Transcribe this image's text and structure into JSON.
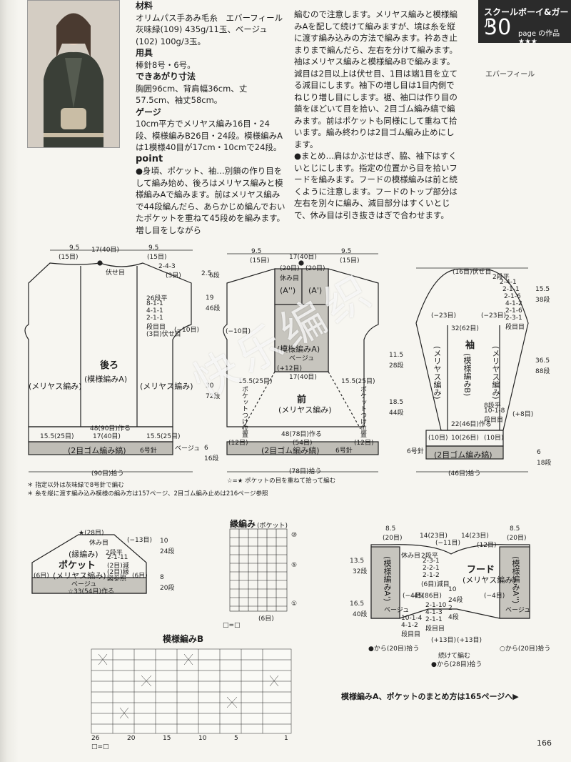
{
  "header": {
    "section_title": "スクールボーイ&ガール",
    "page_number": "30",
    "page_suffix": "page の作品 ★★★",
    "design_name": "エバーフィール"
  },
  "materials": {
    "heading": "材料",
    "body": "オリムパス手あみ毛糸　エバーフィール 灰味緑(109) 435g/11玉、ベージュ(102) 100g/3玉。",
    "tools_heading": "用具",
    "tools_body": "棒針8号・6号。",
    "size_heading": "できあがり寸法",
    "size_body": "胸囲96cm、背肩幅36cm、丈57.5cm、袖丈58cm。",
    "gauge_heading": "ゲージ",
    "gauge_body": "10cm平方でメリヤス編み16目・24段、模様編みB26目・24段。模様編みAは1模様40目が17cm・10cmで24段。"
  },
  "point": {
    "heading": "point",
    "para1": "●身頃、ポケット、袖…別鎖の作り目をして編み始め、後ろはメリヤス編みと模様編みAで編みます。前はメリヤス編みで44段編んだら、あらかじめ編んでおいたポケットを重ねて45段めを編みます。増し目をしながら編むので注意します。メリヤス編みと模様編みAを配して続けて編みますが、境は糸を縦に渡す編み込みの方法で編みます。衿あき止まりまで編んだら、左右を分けて編みます。袖はメリヤス編みと模様編みBで編みます。減目は2目以上は伏せ目、1目は端1目を立てる減目にします。袖下の増し目は1目内側でねじり増し目にします。裾、袖口は作り目の鎖をほどいて目を拾い、2目ゴム編み縞で編みます。前はポケットも同様にして重ねて拾います。編み終わりは2目ゴム編み止めにします。",
    "para2": "●まとめ…肩はかぶせはぎ、脇、袖下はすくいとじにします。指定の位置から目を拾いフードを編みます。フードの模様編みは前と続くように注意します。フードのトップ部分は左右を別々に編み、減目部分はすくいとじで、休み目は引き抜きはぎで合わせます。"
  },
  "back": {
    "title": "後ろ",
    "pattern_a": "(模様編みA)",
    "stockinette": "(メリヤス編み)",
    "top": "17(40目)",
    "shoulder_l": "9.5",
    "shoulder_l2": "(15目)",
    "shoulder_r": "9.5",
    "shoulder_r2": "(15目)",
    "bind": "伏せ目",
    "dec_top": "2-4-3",
    "dec_top2": "(3目)",
    "armhole_dec": "26段平",
    "armhole_dec2": "8-1-1",
    "armhole_dec3": "4-1-1",
    "armhole_dec4": "2-1-1",
    "armhole_dec5": "段目目",
    "armhole_dec6": "(3目)伏せ目",
    "armhole_minus": "(−10目)",
    "cast_on": "48(90目)作る",
    "hem_l": "15.5(25目)",
    "hem_c": "17(40目)",
    "hem_r": "15.5(25目)",
    "rib": "(2目ゴム編み縞)",
    "needle": "6号針",
    "beige": "ベージュ",
    "pickup": "(90目)拾う",
    "h1": "2.5",
    "h1b": "6段",
    "h2": "19",
    "h2b": "46段",
    "h3": "30",
    "h3b": "72段",
    "h4": "6",
    "h4b": "16段"
  },
  "front": {
    "title": "前",
    "stock": "(メリヤス編み)",
    "pattern_a": "(模様編みA)",
    "beige": "ベージュ",
    "rest": "休み目",
    "a2": "(A'')",
    "a1": "(A')",
    "top": "17(40目)",
    "top_20l": "(20目)",
    "top_20r": "(20目)",
    "plus12": "(+12目)",
    "w_center": "17(40目)",
    "w_l": "15.5(25目)",
    "w_r": "15.5(25目)",
    "cast_on": "48(78目)作る",
    "pocket_l": "ポケットつけ位置",
    "pocket_r": "ポケットつけ位置",
    "rib": "(2目ゴム編み縞)",
    "needle": "6号針",
    "minus10": "(−10目)",
    "pickup": "(78目)拾う",
    "h1": "11.5",
    "h1b": "28段",
    "h2": "18.5",
    "h2b": "44段",
    "b_12l": "(12目)",
    "b_12r": "(12目)",
    "b_54": "(54目)",
    "sl": "9.5",
    "sl2": "(15目)",
    "sr": "9.5",
    "sr2": "(15目)"
  },
  "sleeve": {
    "title": "袖",
    "pattern_b": "(模様編みB)",
    "stock_l": "(メリヤス編み)",
    "stock_r": "(メリヤス編み)",
    "top": "(16目)伏せ目",
    "dec": "2段平",
    "dec2": "2-4-1",
    "dec3": "2-1-1",
    "dec4": "2-1-6",
    "dec5": "4-1-2",
    "dec6": "2-1-6",
    "dec7": "2-3-1",
    "dec8": "段目目",
    "minus23": "(−23目)",
    "minus23r": "(−23目)",
    "w": "32(62目)",
    "w2": "22(46目)作る",
    "cuff_c": "10(26目)",
    "cuff_l": "(10目)",
    "cuff_r": "(10目)",
    "inc": "8段平",
    "inc2": "10-1-8",
    "inc3": "段目目",
    "plus8": "(+8目)",
    "rib": "(2目ゴム編み縞)",
    "needle": "6号針",
    "pickup": "(46目)拾う",
    "h1": "15.5",
    "h1b": "38段",
    "h2": "36.5",
    "h2b": "88段",
    "h3": "6",
    "h3b": "18段"
  },
  "pocket": {
    "title": "ポケット",
    "sub1": "(縁編み)",
    "sub2": "(メリヤス編み)",
    "beige": "ベージュ",
    "top": "★(28目)",
    "rest": "休み目",
    "minus13": "(−13目)",
    "dec": "2段平",
    "dec2": "2-1-11",
    "dec3": "(2目)減",
    "dec4": "(2目)縁",
    "dec5": "図参照",
    "side_l": "(6目)",
    "side_r": "(6目)",
    "bottom": "☆33(54目)作る",
    "h1": "10",
    "h1b": "24段",
    "h2": "8",
    "h2b": "20段"
  },
  "edge": {
    "title": "縁編み",
    "title2": "(ポケット)",
    "r10": "⑩",
    "r5": "⑤",
    "r1": "①",
    "w": "(6目)",
    "legend": "□=□"
  },
  "hood": {
    "title": "フード",
    "stock": "(メリヤス編み)",
    "pattern_a1": "(模様編みA')",
    "pattern_a2": "(模様編みA'')",
    "beige_l": "ベージュ",
    "beige_r": "ベージュ",
    "rest": "休み目",
    "top_l": "8.5",
    "top_l2": "(20目)",
    "top_c1": "14(23目)",
    "top_c2": "14(23目)",
    "top_r": "8.5",
    "top_r2": "(20目)",
    "minus11": "(−11目)",
    "plus12": "(12目)",
    "dec": "2段平",
    "dec2": "2-3-1",
    "dec3": "2-2-1",
    "dec4": "2-1-2",
    "dec5": "(6目)減目",
    "w": "45(86目)",
    "h_c1": "10",
    "h_c1b": "24段",
    "h_c2": "2",
    "h_c2b": "4段",
    "minus4l": "(−4目)",
    "minus4r": "(−4目)",
    "inc": "2-1-10",
    "inc2": "4-1-3",
    "inc3": "2-1-1",
    "inc4": "段目目",
    "inc5": "10-1-4",
    "inc6": "4-1-2",
    "inc7": "段目目",
    "plus13l": "(+13目)",
    "plus13r": "(+13目)",
    "cont": "続けて編む",
    "pick_l": "●から(20目)拾う",
    "pick_c": "●から(28目)拾う",
    "pick_r": "○から(20目)拾う",
    "h1": "13.5",
    "h1b": "32段",
    "h2": "16.5",
    "h2b": "40段"
  },
  "pattern_b_chart": {
    "title": "模様編みB",
    "legend": "□=□",
    "col_labels": [
      "26",
      "20",
      "15",
      "10",
      "5",
      "1"
    ]
  },
  "notes": {
    "n1": "＊ 指定以外は灰味緑で8号針で編む",
    "n2": "＊ 糸を縦に渡す編み込み模様の編み方は157ページ、2目ゴム編み止めは216ページ参照",
    "front_note": "☆=★ ポケットの目を重ねて拾って編む",
    "ref": "模様編みA、ポケットのまとめ方は165ページへ▶",
    "page_no": "166"
  },
  "watermark": "快乐编织"
}
